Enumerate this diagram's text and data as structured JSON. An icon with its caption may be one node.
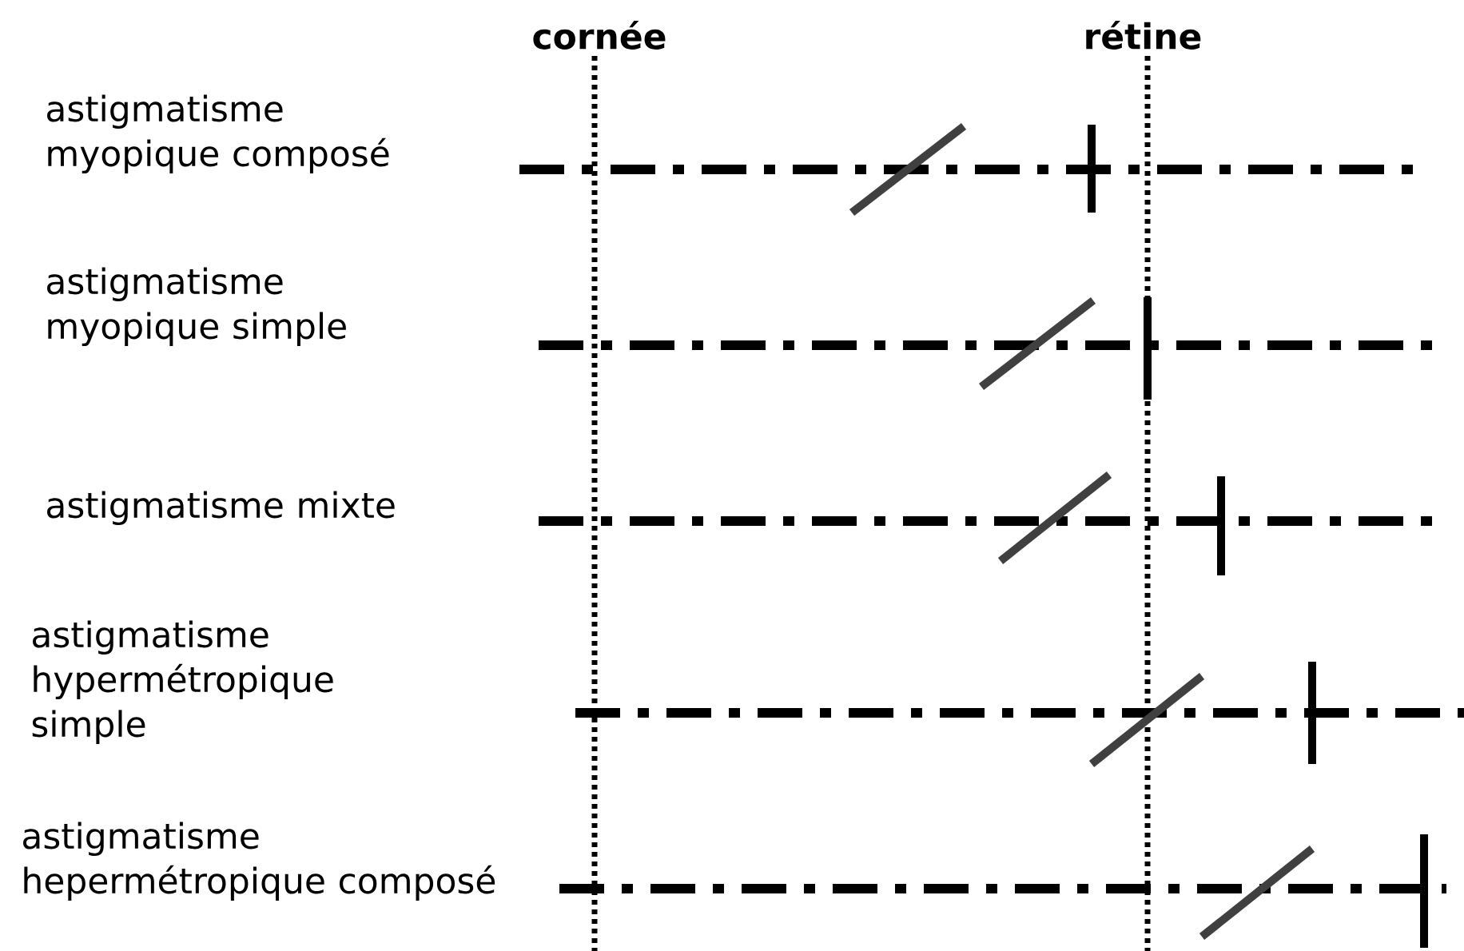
{
  "diagram": {
    "labels": [
      "cornée",
      "rétine",
      "astigmatisme myopique composé",
      "astigmatisme myopique simple",
      "astigmatisme mixte",
      "astigmatisme hypermétropique simple",
      "astigmatisme hepermétropique composé"
    ]
  }
}
